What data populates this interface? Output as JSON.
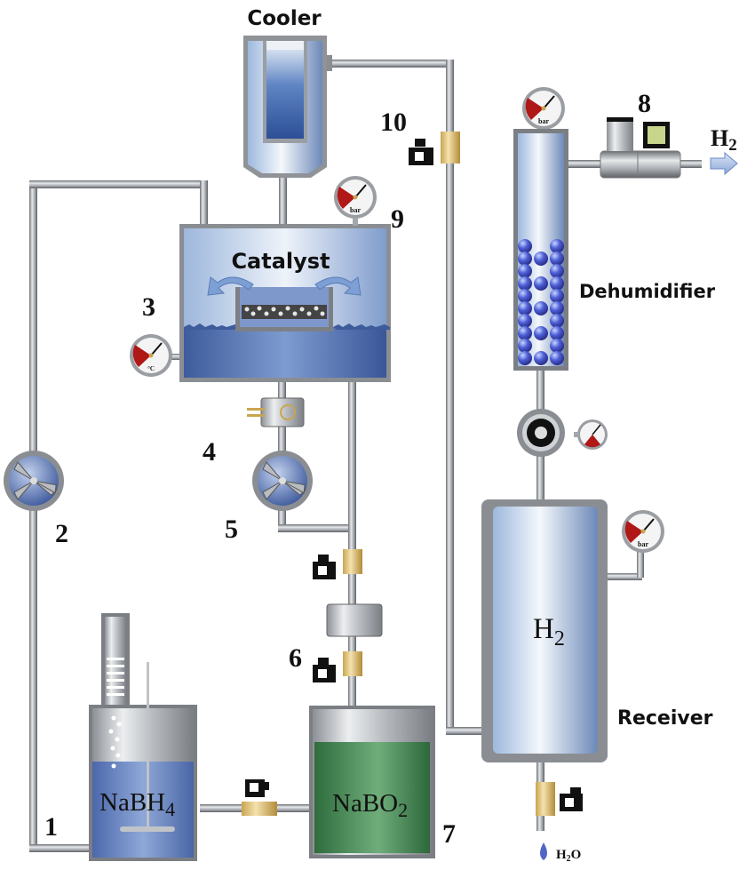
{
  "diagram": {
    "title": "Sodium borohydride hydrogen generation system",
    "components": {
      "cooler": {
        "label": "Cooler"
      },
      "reactor": {
        "label": "Catalyst"
      },
      "dehumidifier": {
        "label": "Dehumidifier"
      },
      "receiver": {
        "label": "Receiver",
        "content_main": "H",
        "content_sub": "2"
      },
      "feed_tank": {
        "content_main": "NaBH",
        "content_sub": "4"
      },
      "waste_tank": {
        "content_main": "NaBO",
        "content_sub": "2"
      },
      "outlet": {
        "label_main": "H",
        "label_sub": "2"
      },
      "drain": {
        "label_main": "H",
        "label_sub": "2",
        "label_tail": "O"
      }
    },
    "gauges": [
      {
        "id": "reactor-pressure",
        "unit": "bar"
      },
      {
        "id": "reactor-temperature",
        "unit": "°C"
      },
      {
        "id": "dehumidifier-pressure",
        "unit": "bar"
      },
      {
        "id": "receiver-pressure",
        "unit": "bar"
      },
      {
        "id": "flow-pressure",
        "unit": ""
      }
    ],
    "numbers": {
      "n1": "1",
      "n2": "2",
      "n3": "3",
      "n4": "4",
      "n5": "5",
      "n6": "6",
      "n7": "7",
      "n8": "8",
      "n9": "9",
      "n10": "10"
    },
    "colors": {
      "pipe": "#9a9ea3",
      "liquid_blue": "#4e68a8",
      "green": "#3f8a52",
      "brass": "#e0c27a",
      "gauge_red": "#b01818"
    }
  }
}
